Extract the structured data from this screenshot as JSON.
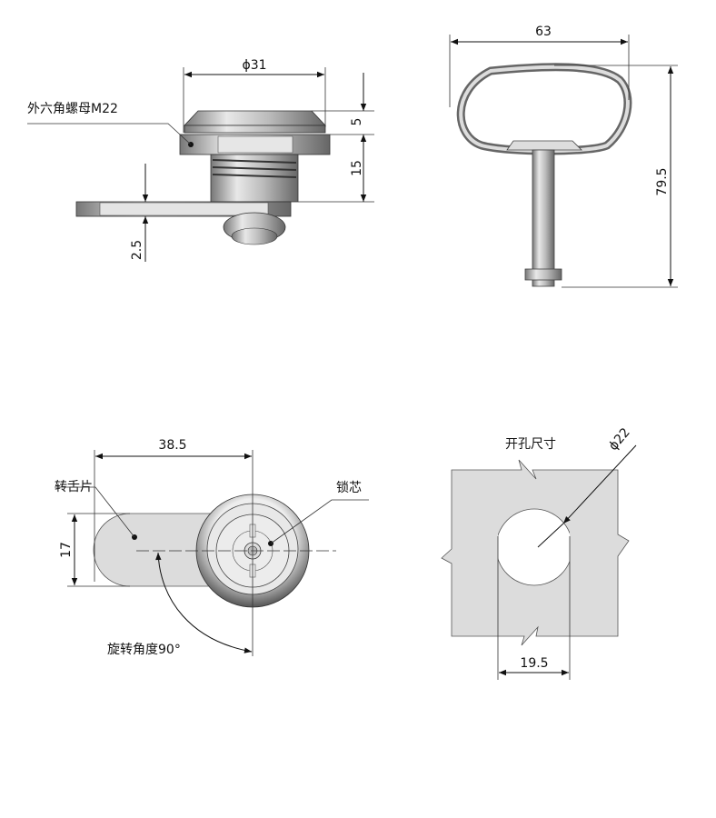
{
  "side_view": {
    "dia_label": "ϕ31",
    "nut_label": "外六角螺母M22",
    "cap_height": "5",
    "body_height": "15",
    "plate_thickness": "2.5"
  },
  "key_view": {
    "width_label": "63",
    "height_label": "79.5"
  },
  "front_view": {
    "cam_length": "38.5",
    "cam_label": "转舌片",
    "core_label": "锁芯",
    "cam_width": "17",
    "rotation_label": "旋转角度90°"
  },
  "cutout_view": {
    "title": "开孔尺寸",
    "hole_dia": "ϕ22",
    "flat_width": "19.5"
  },
  "colors": {
    "fill": "#dcdcdc",
    "line": "#111111",
    "metal_dark": "#555555"
  }
}
